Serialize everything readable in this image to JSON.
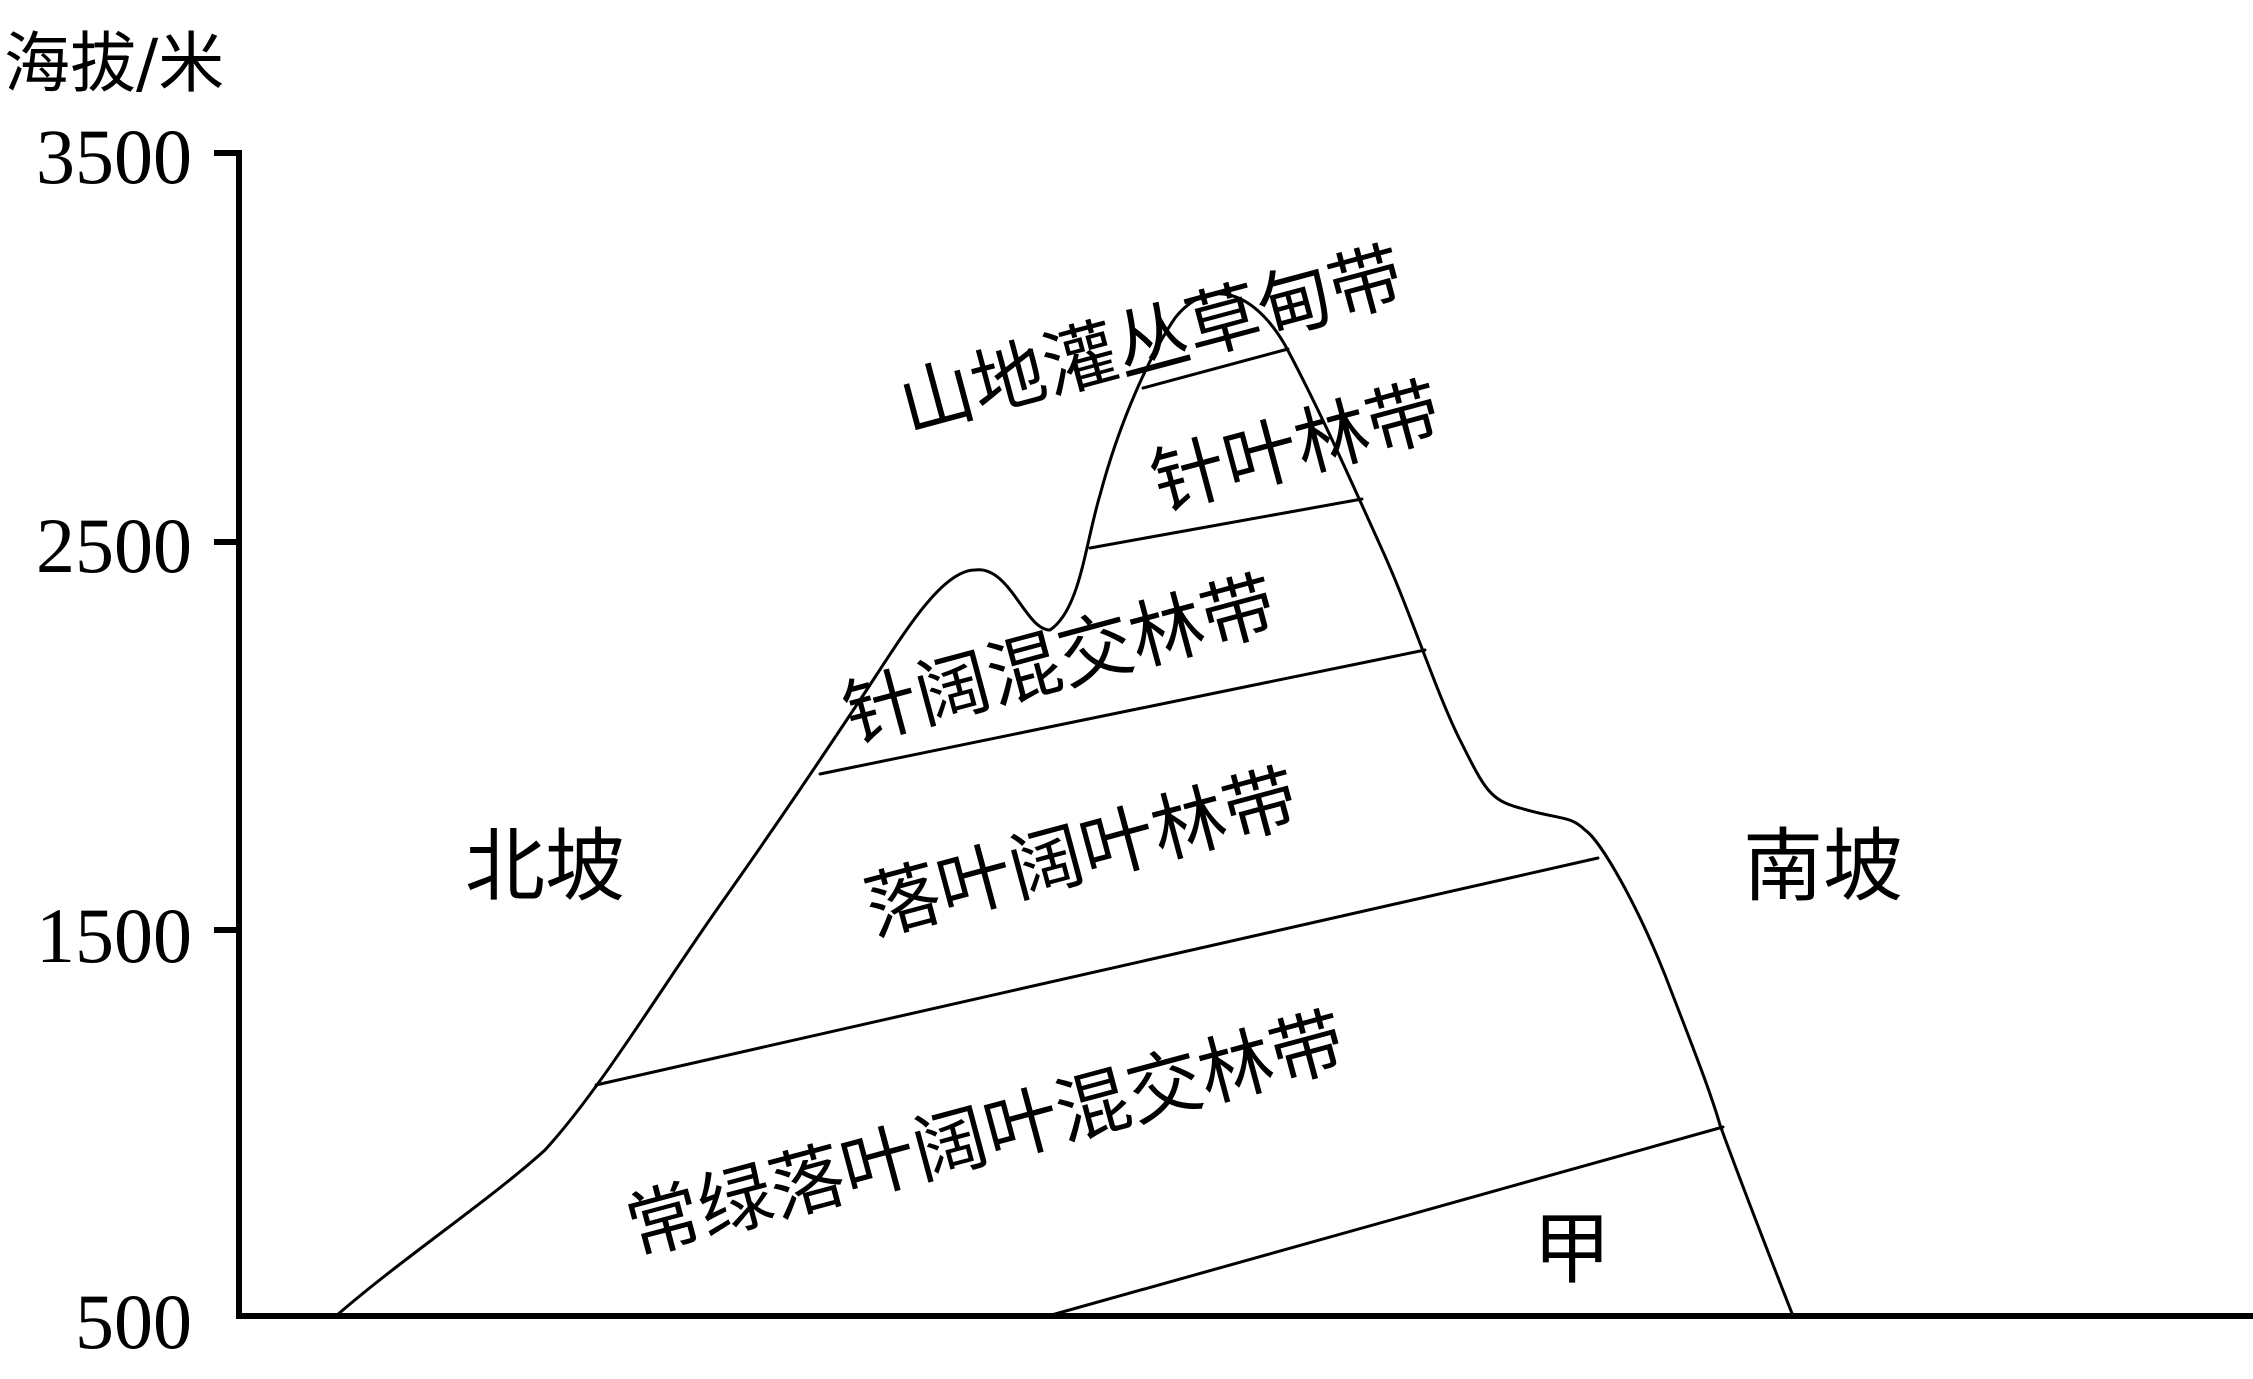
{
  "axis": {
    "title": "海拔/米",
    "ticks": [
      "3500",
      "2500",
      "1500",
      "500"
    ]
  },
  "slopes": {
    "north": "北坡",
    "south": "南坡"
  },
  "zones": [
    "山地灌丛草甸带",
    "针叶林带",
    "针阔混交林带",
    "落叶阔叶林带",
    "常绿落叶阔叶混交林带",
    "甲"
  ]
}
